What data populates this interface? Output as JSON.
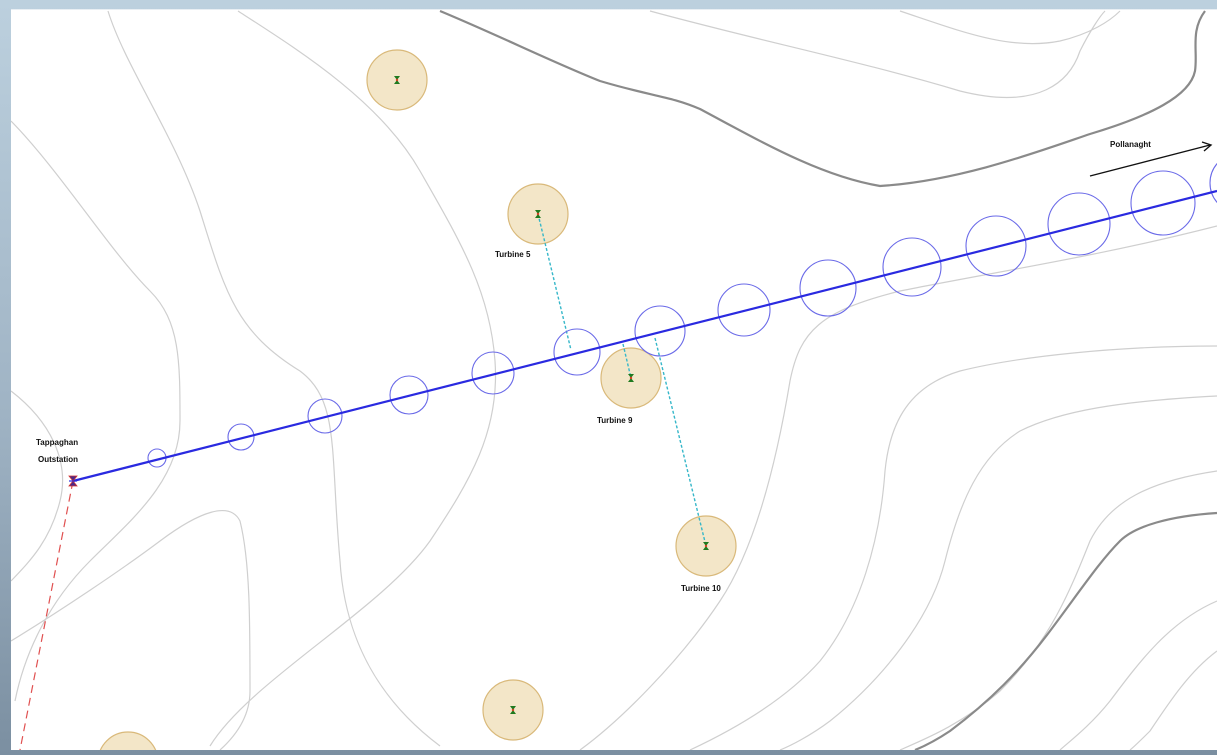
{
  "map": {
    "labels": {
      "outstation_line1": "Tappaghan",
      "outstation_line2": "Outstation",
      "turbine_5": "Turbine 5",
      "turbine_9": "Turbine 9",
      "turbine_10": "Turbine 10",
      "destination": "Pollanaght"
    },
    "colors": {
      "link_line": "#2a2ae0",
      "fresnel_zone": "#6a6ae8",
      "turbine_buffer_fill": "#f3e6c8",
      "turbine_buffer_stroke": "#d9b97a",
      "turbine_icon": "#1f7a1f",
      "obstruction_line": "#36b7c9",
      "boundary_line": "#e05050",
      "contour": "#cfcfcf",
      "contour_index": "#8a8a8a"
    },
    "icons": {
      "turbine": "turbine-icon",
      "outstation": "outstation-icon",
      "direction": "arrow-right-icon"
    }
  }
}
